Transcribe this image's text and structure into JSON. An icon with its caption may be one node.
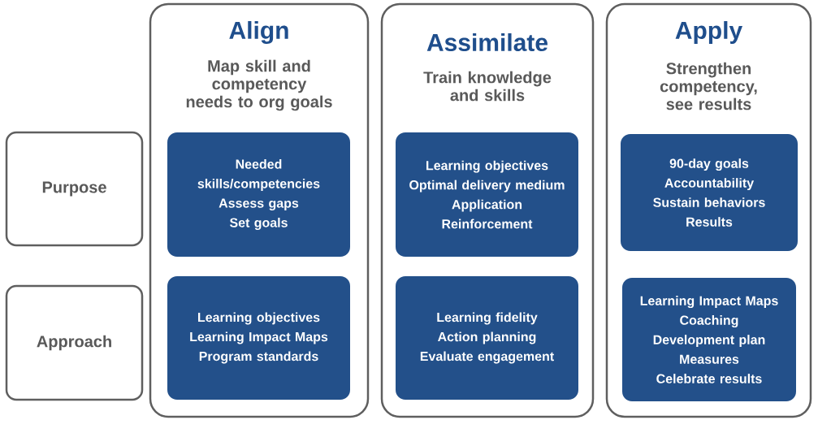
{
  "diagram": {
    "nodes": [
      {
        "text": [
          "Purpose"
        ]
      },
      {
        "text": [
          "Approach"
        ]
      },
      {
        "text": [
          "Align",
          "Map skill and competency needs to org goals"
        ]
      },
      {
        "text": [
          "Needed skills/competencies",
          "Assess gaps",
          "Set goals"
        ],
        "in": 2
      },
      {
        "text": [
          "Learning objectives",
          "Learning Impact Maps",
          "Program standards"
        ],
        "in": 2
      },
      {
        "text": [
          "Assimilate",
          "Train knowledge and skills"
        ]
      },
      {
        "text": [
          "Learning objectives",
          "Optimal delivery medium",
          "Application",
          "Reinforcement"
        ],
        "in": 5
      },
      {
        "text": [
          "Learning fidelity",
          "Action planning",
          "Evaluate engagement"
        ],
        "in": 5
      },
      {
        "text": [
          "Apply",
          "Strengthen competency, see results"
        ]
      },
      {
        "text": [
          "90-day goals",
          "Accountability",
          "Sustain behaviors",
          "Results"
        ],
        "in": 8
      },
      {
        "text": [
          "Learning Impact Maps",
          "Coaching",
          "Development plan",
          "Measures",
          "Celebrate results"
        ],
        "in": 8
      }
    ],
    "edges": []
  }
}
